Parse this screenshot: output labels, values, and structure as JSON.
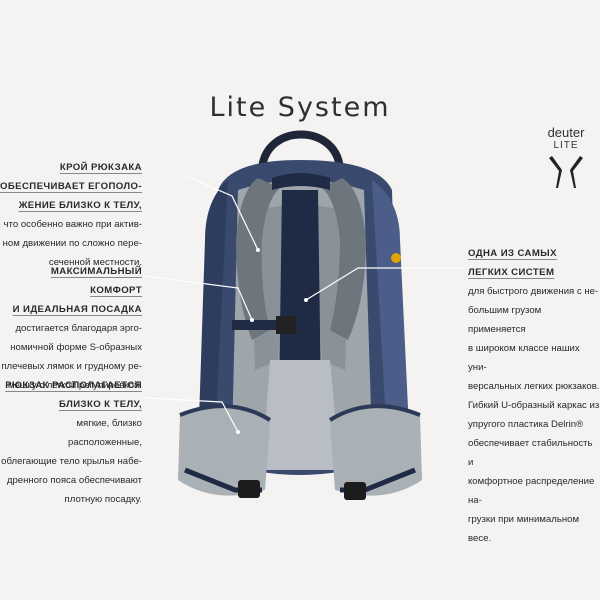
{
  "title": "Lite System",
  "brand": {
    "name": "deuter",
    "sub": "LITE"
  },
  "blocks": [
    {
      "id": "fit",
      "heading": [
        "КРОЙ РЮКЗАКА",
        "ОБЕСПЕЧИВАЕТ ЕГОПОЛО-",
        "ЖЕНИЕ БЛИЗКО К ТЕЛУ,"
      ],
      "body": [
        "что особенно важно при актив-",
        "ном движении по сложно пере-",
        "сеченной местности."
      ]
    },
    {
      "id": "comfort",
      "heading": [
        "МАКСИМАЛЬНЫЙ КОМФОРТ",
        "И ИДЕАЛЬНАЯ ПОСАДКА"
      ],
      "body": [
        "достигается благодаря эрго-",
        "номичной форме S-образных",
        "плечевых лямок и грудному ре-",
        "мешку с легкой регулировкой."
      ]
    },
    {
      "id": "hip",
      "heading": [
        "РЮКЗАК РАСПОЛАГАЕТСЯ",
        "БЛИЗКО К ТЕЛУ,"
      ],
      "body": [
        "мягкие, близко расположенные,",
        "облегающие тело крылья набе-",
        "дренного пояса обеспечивают",
        "плотную посадку."
      ]
    },
    {
      "id": "light",
      "heading": [
        "ОДНА ИЗ САМЫХ",
        "ЛЕГКИХ СИСТЕМ"
      ],
      "body": [
        "для быстрого движения с не-",
        "большим грузом применяется",
        "в широком классе наших уни-",
        "версальных легких рюкзаков.",
        "Гибкий U-образный каркас из",
        "упругого пластика Delrin®",
        "обеспечивает стабильность и",
        "комфортное распределение на-",
        "грузки при минимальном весе."
      ]
    }
  ],
  "colors": {
    "navy": "#2c3a57",
    "mesh": "#9ea5ab",
    "mesh_dark": "#6e767d",
    "accent": "#e0a400"
  }
}
